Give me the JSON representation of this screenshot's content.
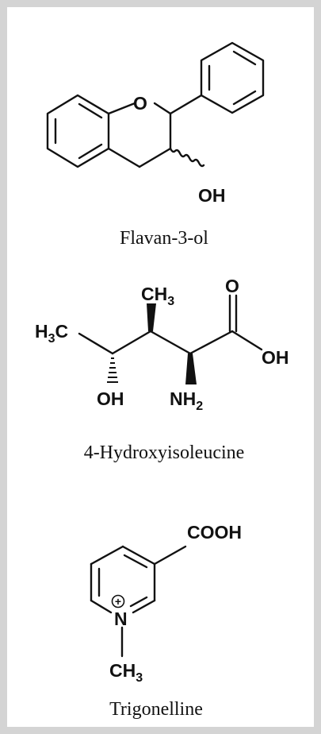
{
  "molecules": [
    {
      "caption": "Flavan-3-ol",
      "atoms": {
        "ring_oxygen": "O",
        "hydroxyl": "OH"
      }
    },
    {
      "caption": "4-Hydroxyisoleucine",
      "atoms": {
        "methyl_left": "H",
        "methyl_left_sub": "3",
        "methyl_left_c": "C",
        "methyl_top_c": "CH",
        "methyl_top_sub": "3",
        "carbonyl_o": "O",
        "acid_oh": "OH",
        "hydroxyl": "OH",
        "amine_n": "NH",
        "amine_sub": "2"
      }
    },
    {
      "caption": "Trigonelline",
      "atoms": {
        "carboxyl": "COOH",
        "nitrogen": "N",
        "charge": "+",
        "methyl_c": "CH",
        "methyl_sub": "3"
      }
    }
  ]
}
